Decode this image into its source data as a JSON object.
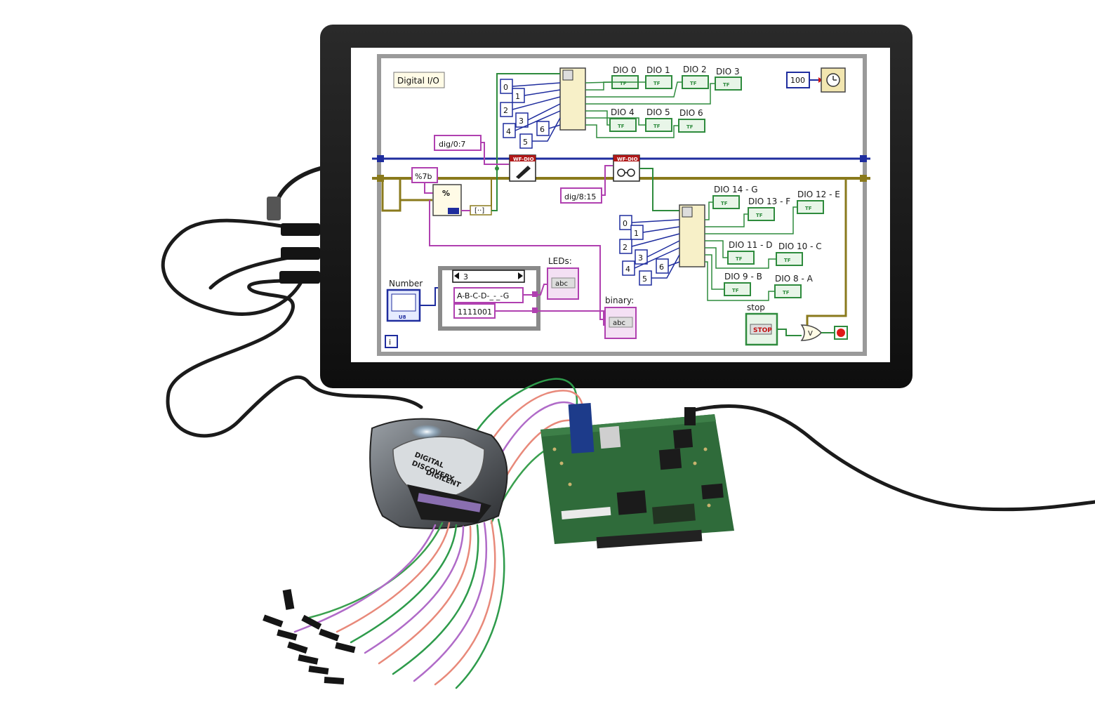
{
  "block_diagram": {
    "free_label": "Digital I/O",
    "wait_ms_constant": "100",
    "dio_low": {
      "row1": [
        "DIO 0",
        "DIO 1",
        "DIO 2",
        "DIO 3"
      ],
      "row2": [
        "DIO 4",
        "DIO 5",
        "DIO 6"
      ],
      "index_constants": [
        "0",
        "1",
        "2",
        "3",
        "4",
        "5",
        "6"
      ]
    },
    "dio_high": {
      "labels": [
        "DIO 14 - G",
        "DIO 13 - F",
        "DIO 12 - E",
        "DIO 11 - D",
        "DIO 10 - C",
        "DIO 9 - B",
        "DIO 8 - A"
      ],
      "index_constants": [
        "0",
        "1",
        "2",
        "3",
        "4",
        "5",
        "6"
      ]
    },
    "channel_write": "dig/0:7",
    "channel_read": "dig/8:15",
    "format_string": "%7b",
    "write_node_header": "WF-DIO",
    "read_node_header": "WF-DIO",
    "number_control": "Number",
    "number_type": "U8",
    "case_selector": "3",
    "case_string_value": "A-B-C-D-_-_-G",
    "binary_value": "1111001",
    "leds_indicator": "LEDs:",
    "binary_indicator": "binary:",
    "string_terminal_text": "abc",
    "bool_terminal_text": "TF",
    "stop_control": "stop",
    "stop_button_text": "STOP",
    "info_icon": "i"
  },
  "hardware": {
    "analyzer_brand": "DIGILENT",
    "analyzer_name_line1": "DIGITAL",
    "analyzer_name_line2": "DISCOVERY"
  },
  "colors": {
    "wire_boolean": "#2e8b3d",
    "wire_integer": "#1f2d9e",
    "wire_string": "#b040b0",
    "wire_error": "#8a7a1c",
    "stop_red": "#e01818",
    "pcb_green": "#2f6b3a"
  }
}
